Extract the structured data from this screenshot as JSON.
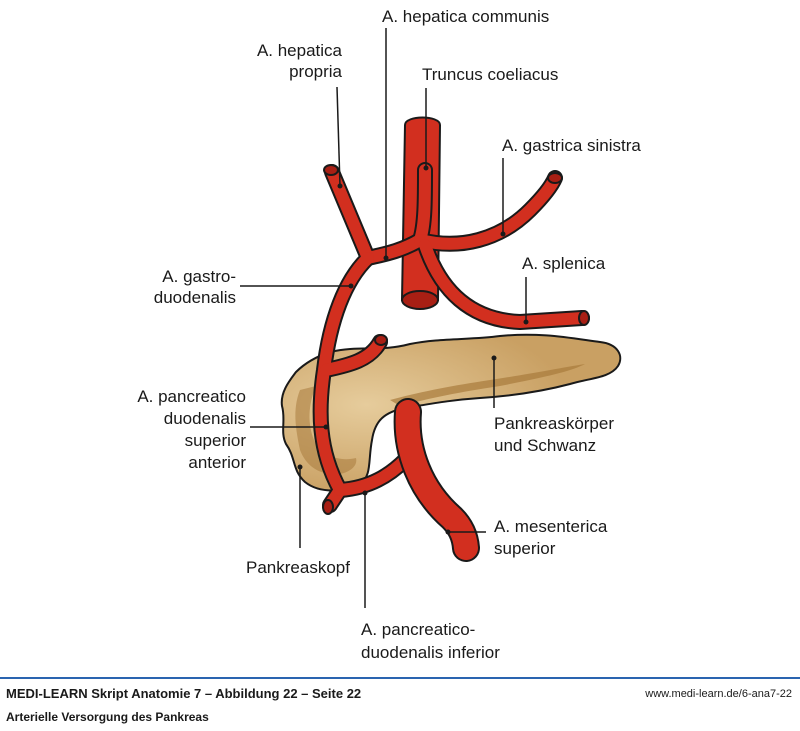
{
  "colors": {
    "artery": "#d22f1f",
    "artery_dark": "#a81f14",
    "outline": "#1a1a1a",
    "pancreas": "#c9a063",
    "pancreas_dark": "#a87a3c",
    "pancreas_light": "#e2c592",
    "footer_rule": "#2a64b0"
  },
  "labels": {
    "hepatica_communis": "A. hepatica communis",
    "hepatica_propria": [
      "A. hepatica",
      "propria"
    ],
    "truncus_coeliacus": "Truncus coeliacus",
    "gastrica_sinistra": "A. gastrica sinistra",
    "splenica": "A. splenica",
    "gastroduodenalis": [
      "A. gastro-",
      "duodenalis"
    ],
    "pancreaticoduodenalis_superior": [
      "A. pancreatico",
      "duodenalis",
      "superior",
      "anterior"
    ],
    "pankreaskoerper": [
      "Pankreaskörper",
      "und Schwanz"
    ],
    "mesenterica_superior": [
      "A. mesenterica",
      "superior"
    ],
    "pankreaskopf": "Pankreaskopf",
    "pancreaticoduodenalis_inferior": [
      "A. pancreatico-",
      "duodenalis inferior"
    ]
  },
  "footer": {
    "title": "MEDI-LEARN Skript Anatomie 7 – Abbildung 22 – Seite 22",
    "url": "www.medi-learn.de/6-ana7-22",
    "subtitle": "Arterielle Versorgung des Pankreas"
  }
}
